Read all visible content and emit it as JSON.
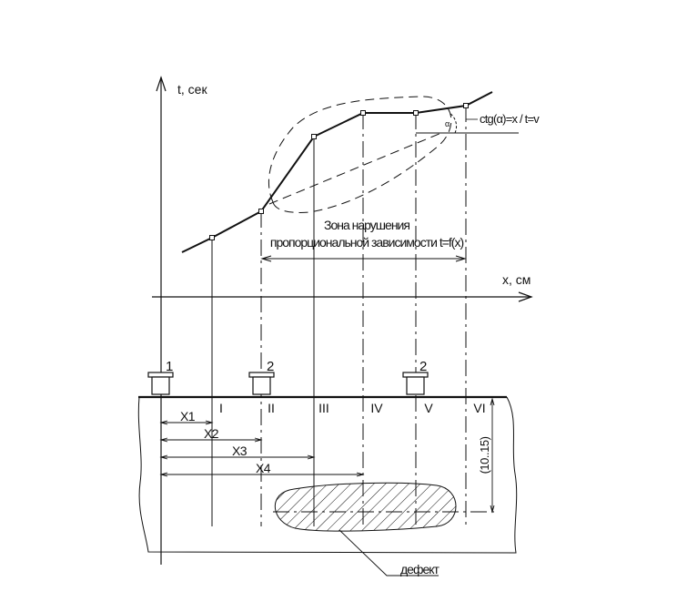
{
  "axes": {
    "y_label": "t, сек",
    "x_label": "x, см"
  },
  "annotations": {
    "ctg_formula": "ctg(α)=x / t=v",
    "angle_symbol": "α",
    "zone_line1": "Зона нарушения",
    "zone_line2": "пропорциональной зависимости t=f(x)",
    "depth_label": "(10..15)",
    "defect_label": "дефект"
  },
  "transducers": [
    "1",
    "2",
    "2"
  ],
  "station_labels": [
    "I",
    "II",
    "III",
    "IV",
    "V",
    "VI"
  ],
  "distance_labels": [
    "X1",
    "X2",
    "X3",
    "X4"
  ]
}
